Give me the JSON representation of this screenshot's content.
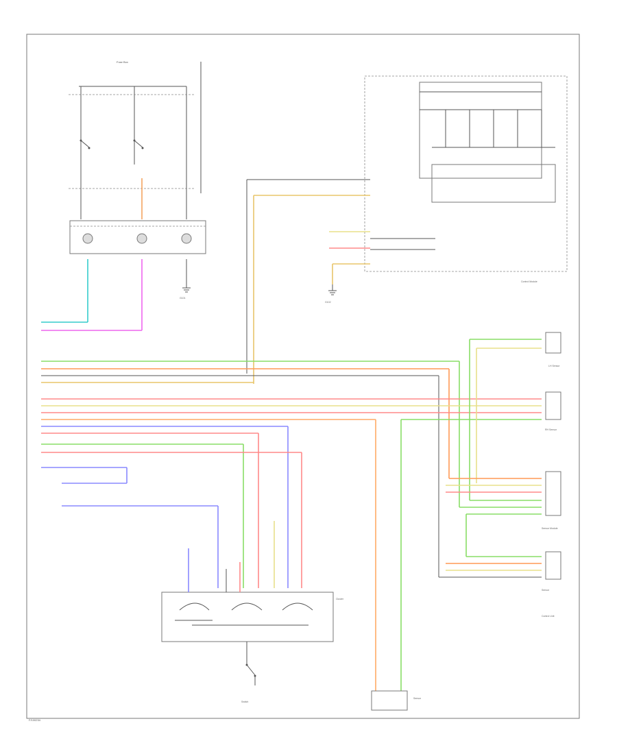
{
  "page": {
    "footer_code": "F/100234"
  },
  "components": {
    "fuse_box": "Fuse Box",
    "gnd_left": "G101",
    "gnd_mid": "G102",
    "control_module": "Control Module",
    "right_1": "LH Sensor",
    "right_2": "RH Sensor",
    "right_3": "Sensor Module",
    "right_4": "Sensor",
    "right_5": "Control Unit",
    "bottom_left": "Switch",
    "bottom_cluster": "Cluster",
    "bottom_sensor": "Sensor"
  },
  "icons": [
    "ground-icon",
    "connector-icon",
    "gauge-icon",
    "switch-icon"
  ]
}
